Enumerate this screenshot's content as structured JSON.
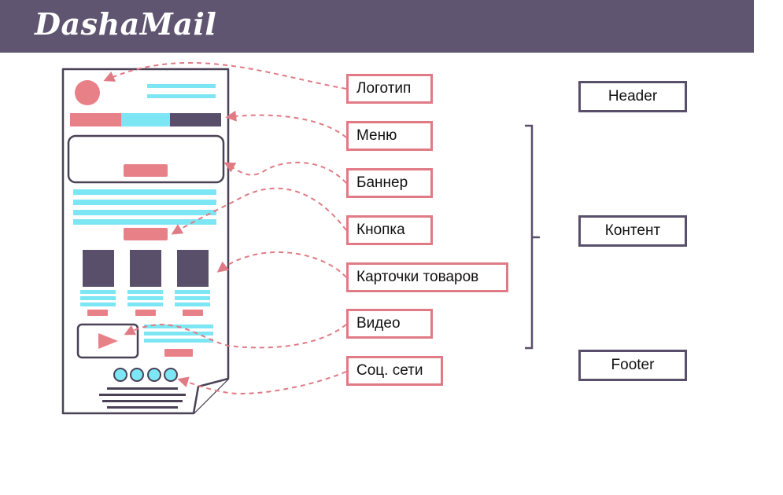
{
  "header": {
    "brand": "DashaMail"
  },
  "labels": {
    "logo": "Логотип",
    "menu": "Меню",
    "banner": "Баннер",
    "button": "Кнопка",
    "product_cards": "Карточки товаров",
    "video": "Видео",
    "social": "Соц. сети"
  },
  "sections": {
    "header": "Header",
    "content": "Контент",
    "footer": "Footer"
  },
  "colors": {
    "header_bar": "#5f5570",
    "accent_red": "#e07a84",
    "accent_cyan": "#7ce6f4",
    "dark_purple": "#5a4f6a"
  }
}
